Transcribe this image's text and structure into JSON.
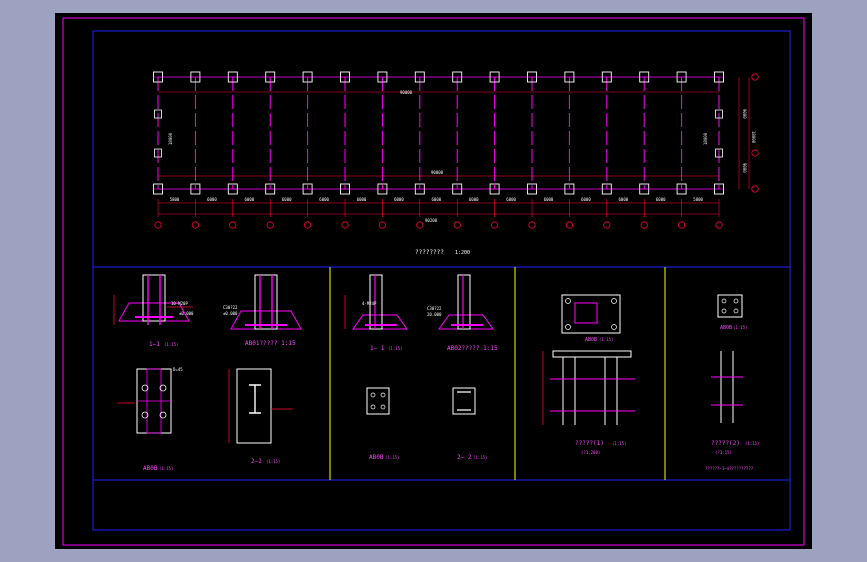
{
  "colors": {
    "background": "#9da2c1",
    "canvas": "#000000",
    "frame_outer": "#ff00ff",
    "frame_inner": "#2020ff",
    "dimension": "#ff0033",
    "grid_line": "#ff00ff",
    "column": "#ffffff",
    "divider": "#ffff00",
    "text_white": "#ffffff",
    "text_magenta": "#ff44ff"
  },
  "plan": {
    "columns_per_row": 16,
    "title": "????????",
    "title_scale": "1:200",
    "top_overall_dim": "90000",
    "bottom_overall_dim": "90000",
    "total_dim": "90200",
    "bay_dims": [
      "5800",
      "6000",
      "6000",
      "6000",
      "6000",
      "6000",
      "6000",
      "6000",
      "6000",
      "6000",
      "6000",
      "6000",
      "6000",
      "6000",
      "5800"
    ],
    "span_left": "18000",
    "span_right": "18000",
    "side_dims_right": [
      "9000",
      "9000",
      "18000"
    ]
  },
  "details": {
    "d1": {
      "label": "1—1",
      "scale": "(1:15)",
      "anno1": "10-M20P",
      "anno2": "±0.000"
    },
    "d2": {
      "label": "AB01????? 1:15",
      "anno1": "C30?22",
      "anno2": "±0.000"
    },
    "d3": {
      "label": "1— 1",
      "scale": "(1:15)",
      "anno1": "4-M24P",
      "anno2": "C30?22"
    },
    "d4": {
      "label": "AB02????? 1:15",
      "anno1": "20.000"
    },
    "d5": {
      "label": "AB0B",
      "scale": "(1:15)",
      "anno1": "D=45"
    },
    "d6": {
      "label": "2—2",
      "scale": "(1:15)"
    },
    "d7": {
      "label": "AB0B",
      "scale": "(1:15)"
    },
    "d8": {
      "label": "2— 2",
      "scale": "(1:15)"
    },
    "d9": {
      "label": "AB0B",
      "scale": "(1:15)",
      "elev_label": "?????(1)",
      "elev_scale": "(1:15)",
      "elev_sub": "(?1:200)"
    },
    "d10": {
      "label": "AB0B",
      "scale": "(1:15)",
      "elev_label": "?????(2)",
      "elev_scale": "(1:15)",
      "elev_sub": "(?1:15)"
    },
    "footnote": "??????—1—4??????????"
  }
}
